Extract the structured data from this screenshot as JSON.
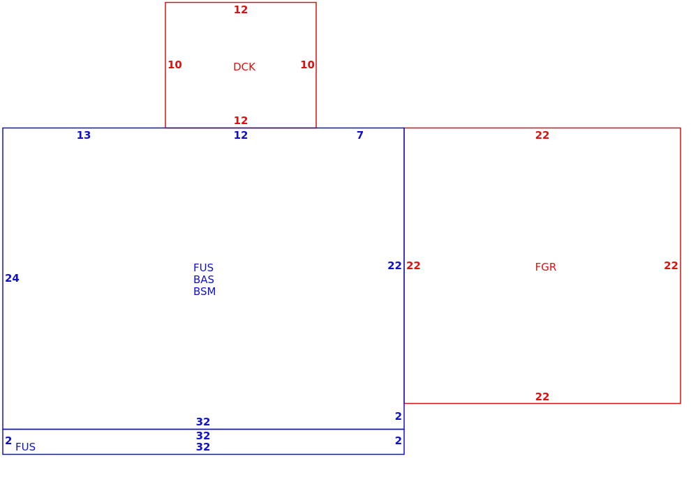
{
  "colors": {
    "living": "#1010cc",
    "other": "#dd1111",
    "background": "#ffffff"
  },
  "areas": {
    "dck": {
      "codes": [
        "DCK"
      ],
      "dims": {
        "top": "12",
        "bottom": "12",
        "left": "10",
        "right": "10"
      }
    },
    "main": {
      "codes": [
        "FUS",
        "BAS",
        "BSM"
      ],
      "dims": {
        "top_left": "13",
        "top_mid": "12",
        "top_right": "7",
        "left": "24",
        "right": "22",
        "bottom": "32",
        "bottom_right": "2"
      }
    },
    "fgr": {
      "codes": [
        "FGR"
      ],
      "dims": {
        "top": "22",
        "bottom": "22",
        "left": "22",
        "right": "22"
      }
    },
    "fus_strip": {
      "codes": [
        "FUS"
      ],
      "dims": {
        "top": "32",
        "bottom": "32",
        "left": "2",
        "right": "2"
      }
    }
  }
}
